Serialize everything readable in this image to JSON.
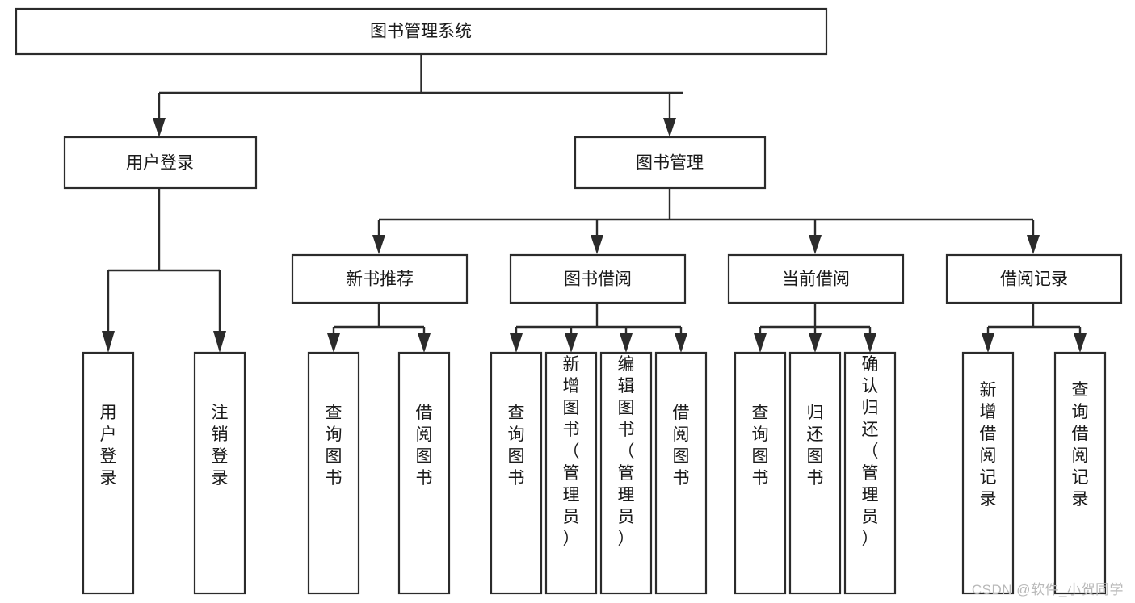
{
  "diagram": {
    "type": "hierarchy-tree",
    "title": "图书管理系统",
    "watermark": "CSDN @软件_小贺同学",
    "colors": {
      "box_stroke": "#2b2b2b",
      "box_fill": "#ffffff",
      "connector": "#2b2b2b",
      "text": "#1a1a1a",
      "watermark": "#b9b9b9"
    },
    "root": {
      "label": "图书管理系统"
    },
    "level2": [
      {
        "label": "用户登录"
      },
      {
        "label": "图书管理"
      }
    ],
    "level3": [
      {
        "label": "新书推荐"
      },
      {
        "label": "图书借阅"
      },
      {
        "label": "当前借阅"
      },
      {
        "label": "借阅记录"
      }
    ],
    "leaves": {
      "user_login": [
        {
          "label": "用户登录"
        },
        {
          "label": "注销登录"
        }
      ],
      "new_book_recommend": [
        {
          "label": "查询图书"
        },
        {
          "label": "借阅图书"
        }
      ],
      "book_borrow": [
        {
          "label": "查询图书"
        },
        {
          "label": "新增图书（管理员）"
        },
        {
          "label": "编辑图书（管理员）"
        },
        {
          "label": "借阅图书"
        }
      ],
      "current_borrow": [
        {
          "label": "查询图书"
        },
        {
          "label": "归还图书"
        },
        {
          "label": "确认归还（管理员）"
        }
      ],
      "borrow_record": [
        {
          "label": "新增借阅记录"
        },
        {
          "label": "查询借阅记录"
        }
      ]
    }
  }
}
